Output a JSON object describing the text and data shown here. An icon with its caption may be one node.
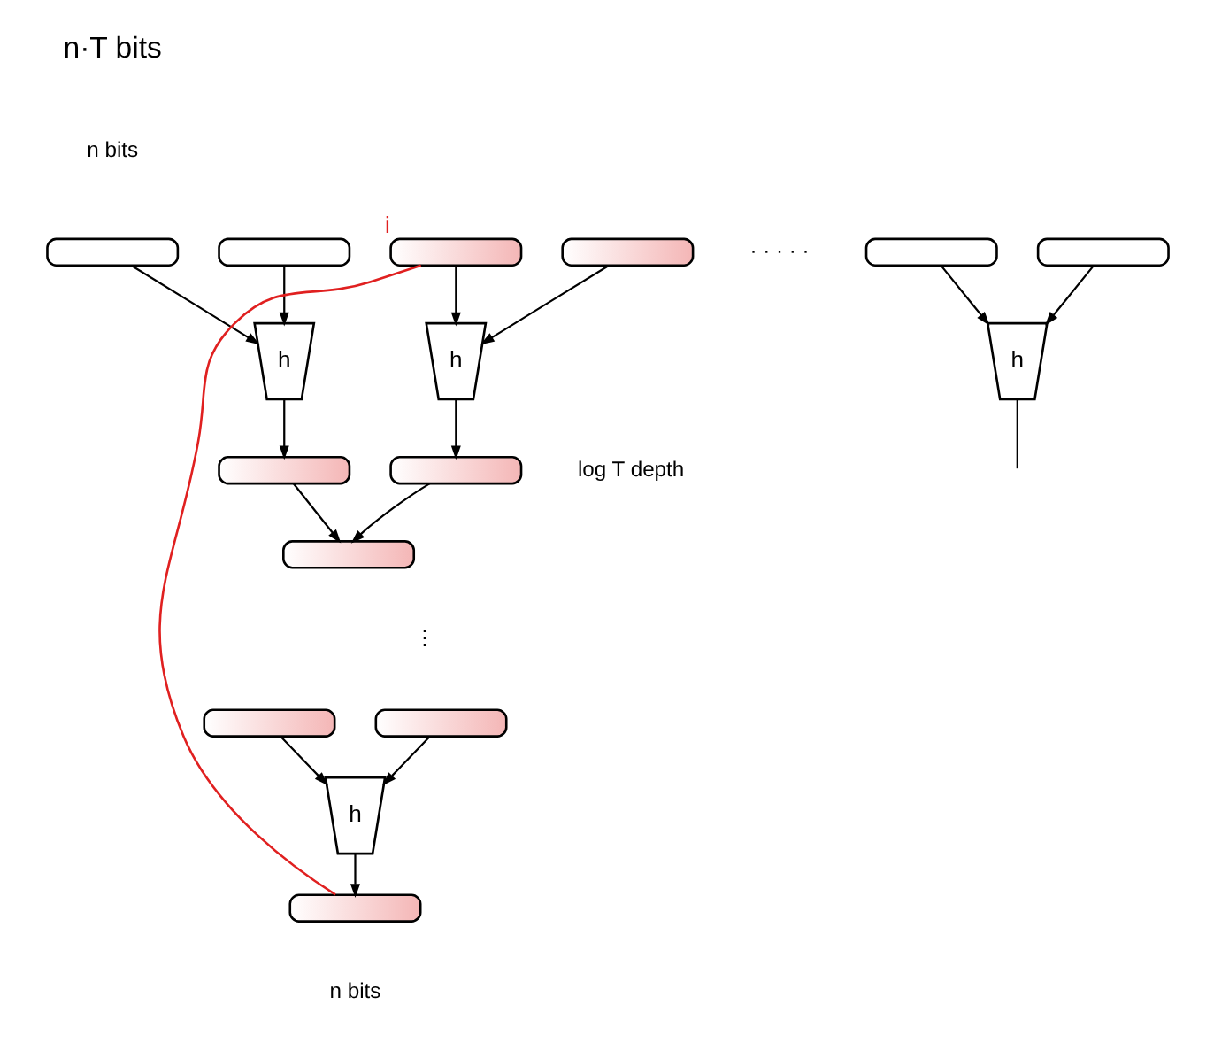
{
  "diagram": {
    "nodes": [
      {
        "text": [],
        "shape": "bar"
      },
      {
        "text": [],
        "shape": "bar"
      },
      {
        "text": [],
        "shape": "bar",
        "beside": [
          "i"
        ]
      },
      {
        "text": [],
        "shape": "bar"
      },
      {
        "text": [],
        "shape": "bar"
      },
      {
        "text": [],
        "shape": "bar"
      },
      {
        "text": [
          "h"
        ]
      },
      {
        "text": [
          "h"
        ]
      },
      {
        "text": [
          "h"
        ]
      },
      {
        "text": [],
        "shape": "bar"
      },
      {
        "text": [],
        "shape": "bar"
      },
      {
        "text": [],
        "shape": "bar"
      },
      {
        "text": [],
        "shape": "bar"
      },
      {
        "text": [],
        "shape": "bar"
      },
      {
        "text": [
          "h"
        ]
      },
      {
        "text": [],
        "shape": "bar"
      }
    ],
    "edges": [
      {
        "from": 0,
        "to": 6,
        "arrow": "to"
      },
      {
        "from": 1,
        "to": 6,
        "arrow": "to"
      },
      {
        "from": 2,
        "to": 7,
        "arrow": "to"
      },
      {
        "from": 3,
        "to": 7,
        "arrow": "to"
      },
      {
        "from": 4,
        "to": 8,
        "arrow": "to"
      },
      {
        "from": 5,
        "to": 8,
        "arrow": "to"
      },
      {
        "from": 6,
        "to": 9,
        "arrow": "to"
      },
      {
        "from": 7,
        "to": 10,
        "arrow": "to"
      },
      {
        "from": 8,
        "to": null,
        "arrow": "none"
      },
      {
        "from": 9,
        "to": 11,
        "arrow": "to"
      },
      {
        "from": 10,
        "to": 11,
        "arrow": "to"
      },
      {
        "from": 12,
        "to": 14,
        "arrow": "to"
      },
      {
        "from": 13,
        "to": 14,
        "arrow": "to"
      },
      {
        "from": 14,
        "to": 15,
        "arrow": "to"
      },
      {
        "from": 2,
        "to": 15,
        "arrow": "none",
        "color": "#e02020"
      }
    ],
    "labels": [
      "n·T bits",
      "n bits",
      "· · · · ·",
      "log T depth",
      "⋮",
      "n bits"
    ]
  }
}
